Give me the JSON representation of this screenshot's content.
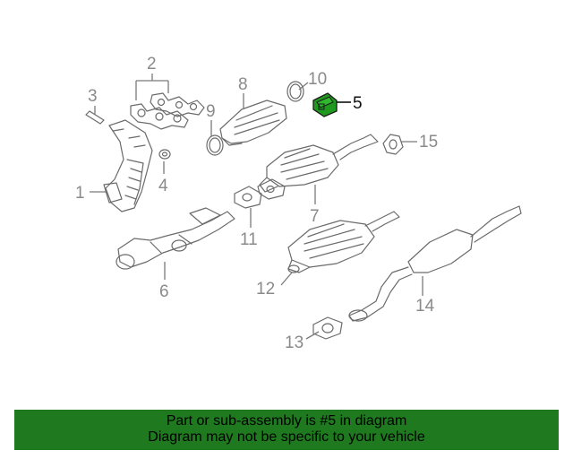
{
  "diagram": {
    "callouts": [
      "1",
      "2",
      "3",
      "4",
      "5",
      "6",
      "7",
      "8",
      "9",
      "10",
      "11",
      "12",
      "13",
      "14",
      "15"
    ],
    "highlight_callout": "5",
    "highlight_color": "#1f9a1f"
  },
  "banner": {
    "line1": "Part or sub-assembly is #5 in diagram",
    "line2": "Diagram may not be specific to your vehicle",
    "background": "#1f7a1f"
  }
}
